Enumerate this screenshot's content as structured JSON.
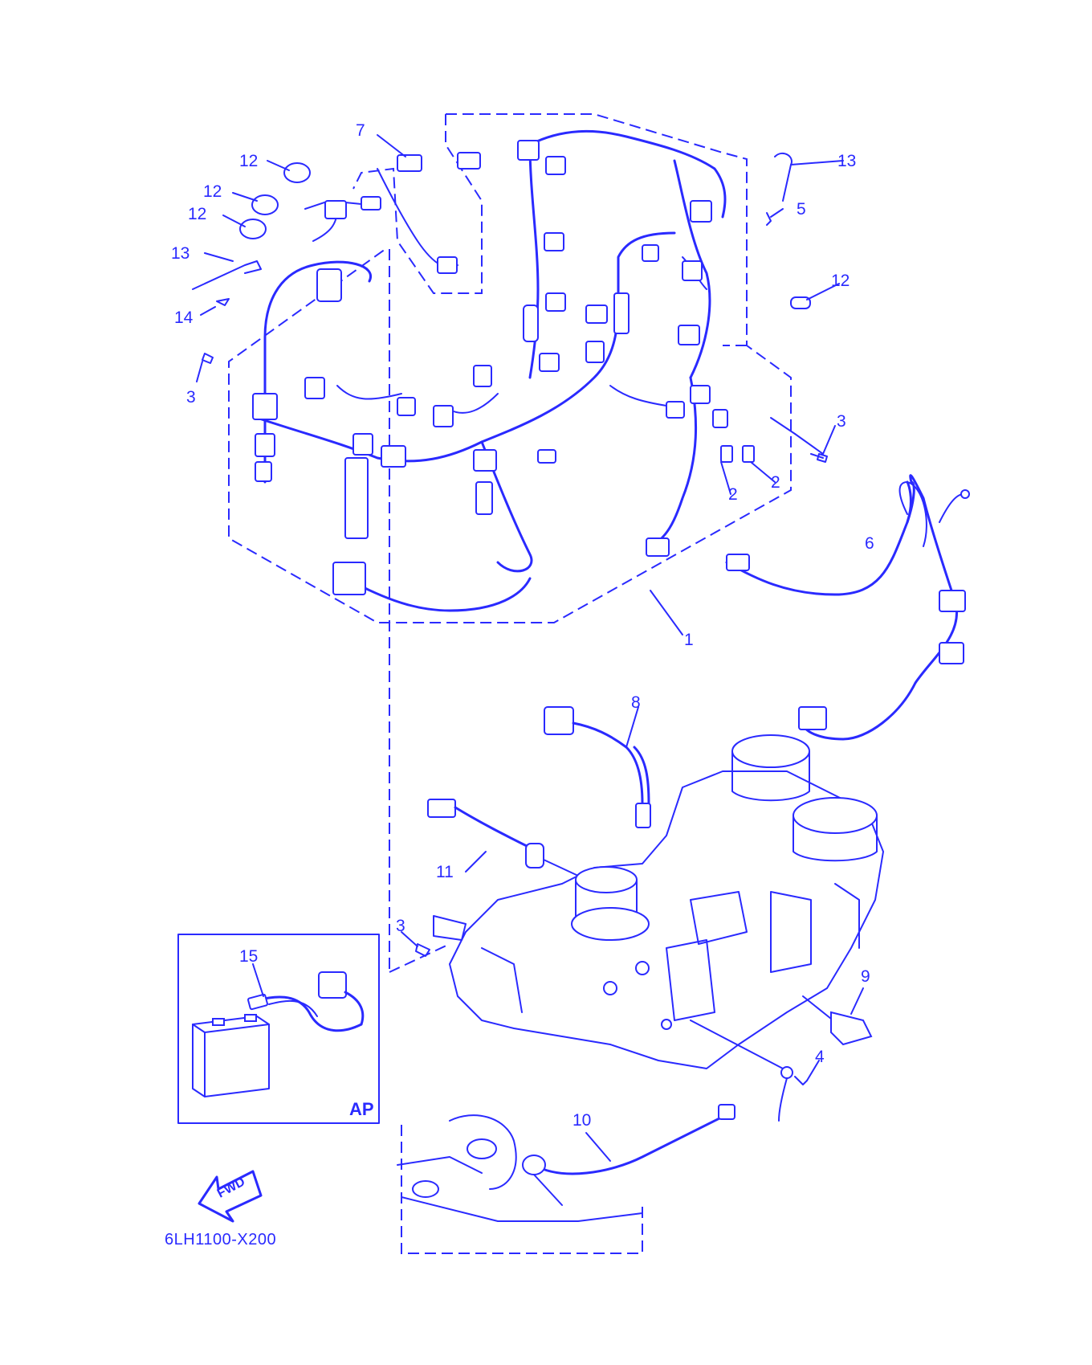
{
  "diagram": {
    "drawing_code": "6LH1100-X200",
    "inset_label": "AP",
    "direction_label": "FWD",
    "callouts": [
      {
        "id": "c1",
        "text": "1"
      },
      {
        "id": "c2a",
        "text": "2"
      },
      {
        "id": "c2b",
        "text": "2"
      },
      {
        "id": "c3a",
        "text": "3"
      },
      {
        "id": "c3b",
        "text": "3"
      },
      {
        "id": "c3c",
        "text": "3"
      },
      {
        "id": "c4",
        "text": "4"
      },
      {
        "id": "c5",
        "text": "5"
      },
      {
        "id": "c6",
        "text": "6"
      },
      {
        "id": "c7",
        "text": "7"
      },
      {
        "id": "c8",
        "text": "8"
      },
      {
        "id": "c9",
        "text": "9"
      },
      {
        "id": "c10",
        "text": "10"
      },
      {
        "id": "c11",
        "text": "11"
      },
      {
        "id": "c12a",
        "text": "12"
      },
      {
        "id": "c12b",
        "text": "12"
      },
      {
        "id": "c12c",
        "text": "12"
      },
      {
        "id": "c12d",
        "text": "12"
      },
      {
        "id": "c13a",
        "text": "13"
      },
      {
        "id": "c13b",
        "text": "13"
      },
      {
        "id": "c14",
        "text": "14"
      },
      {
        "id": "c15",
        "text": "15"
      }
    ],
    "colors": {
      "ink": "#2a2aff",
      "background": "#ffffff"
    }
  }
}
